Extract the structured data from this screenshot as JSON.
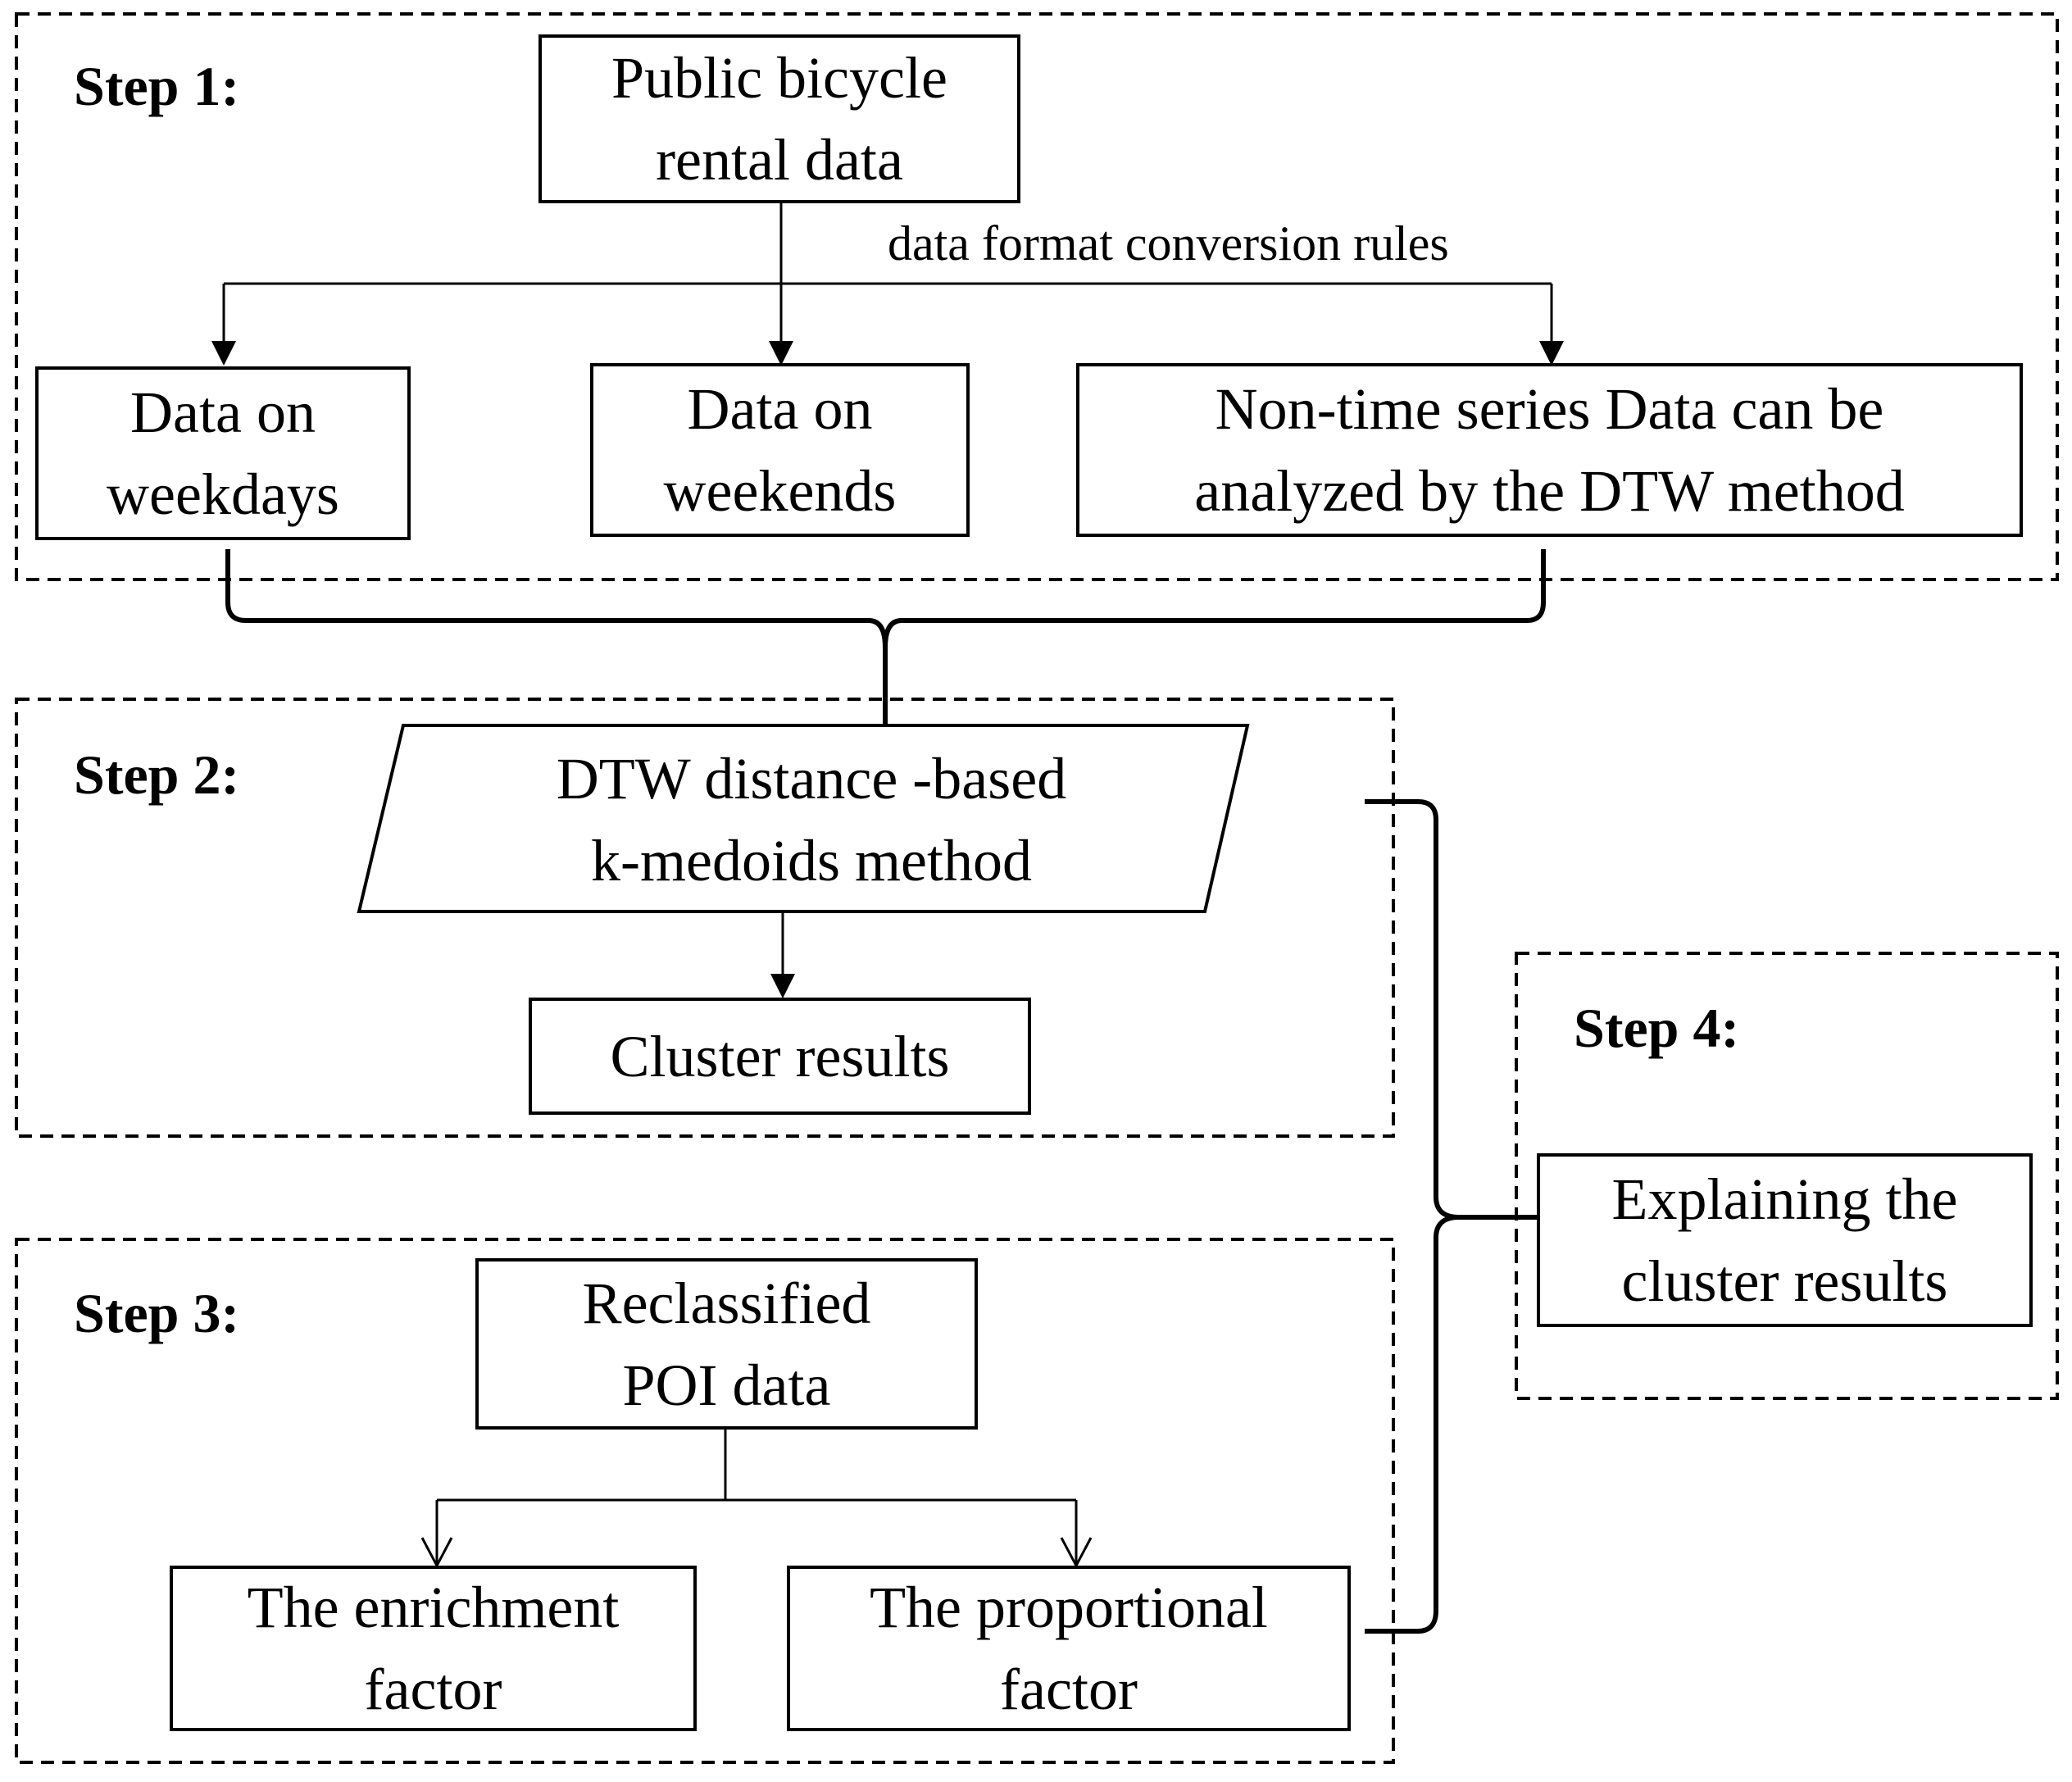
{
  "steps": {
    "step1": "Step 1:",
    "step2": "Step 2:",
    "step3": "Step 3:",
    "step4": "Step 4:"
  },
  "nodes": {
    "rental_data": "Public bicycle\nrental data",
    "weekdays": "Data on\nweekdays",
    "weekends": "Data on\nweekends",
    "non_time_series": "Non-time series Data can be\nanalyzed by the DTW method",
    "dtw_kmedoids": "DTW distance -based\nk-medoids method",
    "cluster_results": "Cluster results",
    "reclassified_poi": "Reclassified\nPOI data",
    "enrichment_factor": "The enrichment\nfactor",
    "proportional_factor": "The proportional\nfactor",
    "explaining": "Explaining the\ncluster results"
  },
  "edge_labels": {
    "conversion": "data format conversion rules"
  }
}
